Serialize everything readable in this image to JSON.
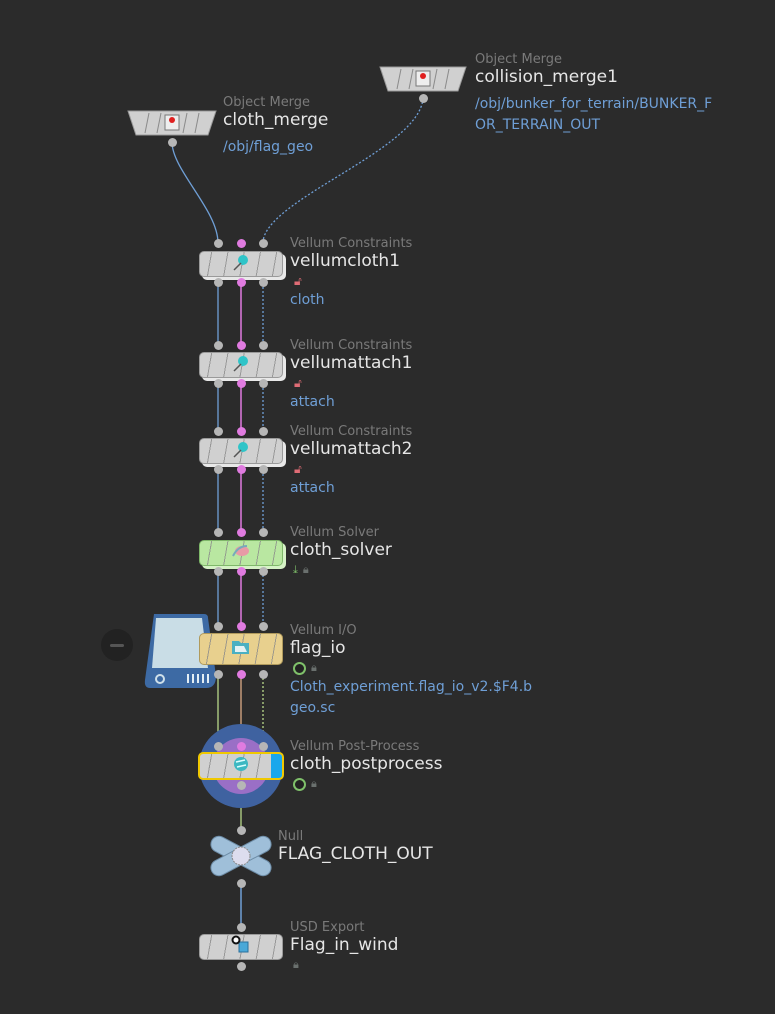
{
  "nodes": {
    "cloth_merge": {
      "type": "Object Merge",
      "name": "cloth_merge",
      "info": "/obj/flag_geo",
      "icon": "object-merge-icon"
    },
    "collision_merge1": {
      "type": "Object Merge",
      "name": "collision_merge1",
      "info_line1": "/obj/bunker_for_terrain/BUNKER_F",
      "info_line2": "OR_TERRAIN_OUT",
      "icon": "object-merge-icon"
    },
    "vellumcloth1": {
      "type": "Vellum Constraints",
      "name": "vellumcloth1",
      "info": "cloth",
      "icon": "pushpin-icon",
      "flag": "unlocked-icon"
    },
    "vellumattach1": {
      "type": "Vellum Constraints",
      "name": "vellumattach1",
      "info": "attach",
      "icon": "pushpin-icon",
      "flag": "unlocked-icon"
    },
    "vellumattach2": {
      "type": "Vellum Constraints",
      "name": "vellumattach2",
      "info": "attach",
      "icon": "pushpin-icon",
      "flag": "unlocked-icon"
    },
    "cloth_solver": {
      "type": "Vellum Solver",
      "name": "cloth_solver",
      "icon": "vellum-solver-icon",
      "flags": [
        "download-icon",
        "lock-icon"
      ]
    },
    "flag_io": {
      "type": "Vellum I/O",
      "name": "flag_io",
      "info_line1": "Cloth_experiment.flag_io_v2.$F4.b",
      "info_line2": "geo.sc",
      "icon": "file-folder-icon",
      "flags": [
        "clock-icon",
        "lock-icon"
      ]
    },
    "cloth_postprocess": {
      "type": "Vellum Post-Process",
      "name": "cloth_postprocess",
      "icon": "vellum-postprocess-icon",
      "flags": [
        "clock-icon",
        "lock-icon"
      ],
      "display_flag": true
    },
    "FLAG_CLOTH_OUT": {
      "type": "Null",
      "name": "FLAG_CLOTH_OUT",
      "icon": "null-icon"
    },
    "Flag_in_wind": {
      "type": "USD Export",
      "name": "Flag_in_wind",
      "icon": "usd-export-icon",
      "flags": [
        "lock-icon"
      ]
    }
  },
  "colors": {
    "background": "#2b2b2b",
    "wire_geometry": "#6f9fd6",
    "wire_constraint": "#e07be0",
    "wire_collision": "#6f9fd6",
    "solver_node": "#b9e7a1",
    "io_node": "#e8d08e",
    "info_text": "#6f9fd6",
    "lock_red": "#e06c75",
    "display_flag": "#1aa7ec",
    "selected_outline": "#f0c800"
  }
}
